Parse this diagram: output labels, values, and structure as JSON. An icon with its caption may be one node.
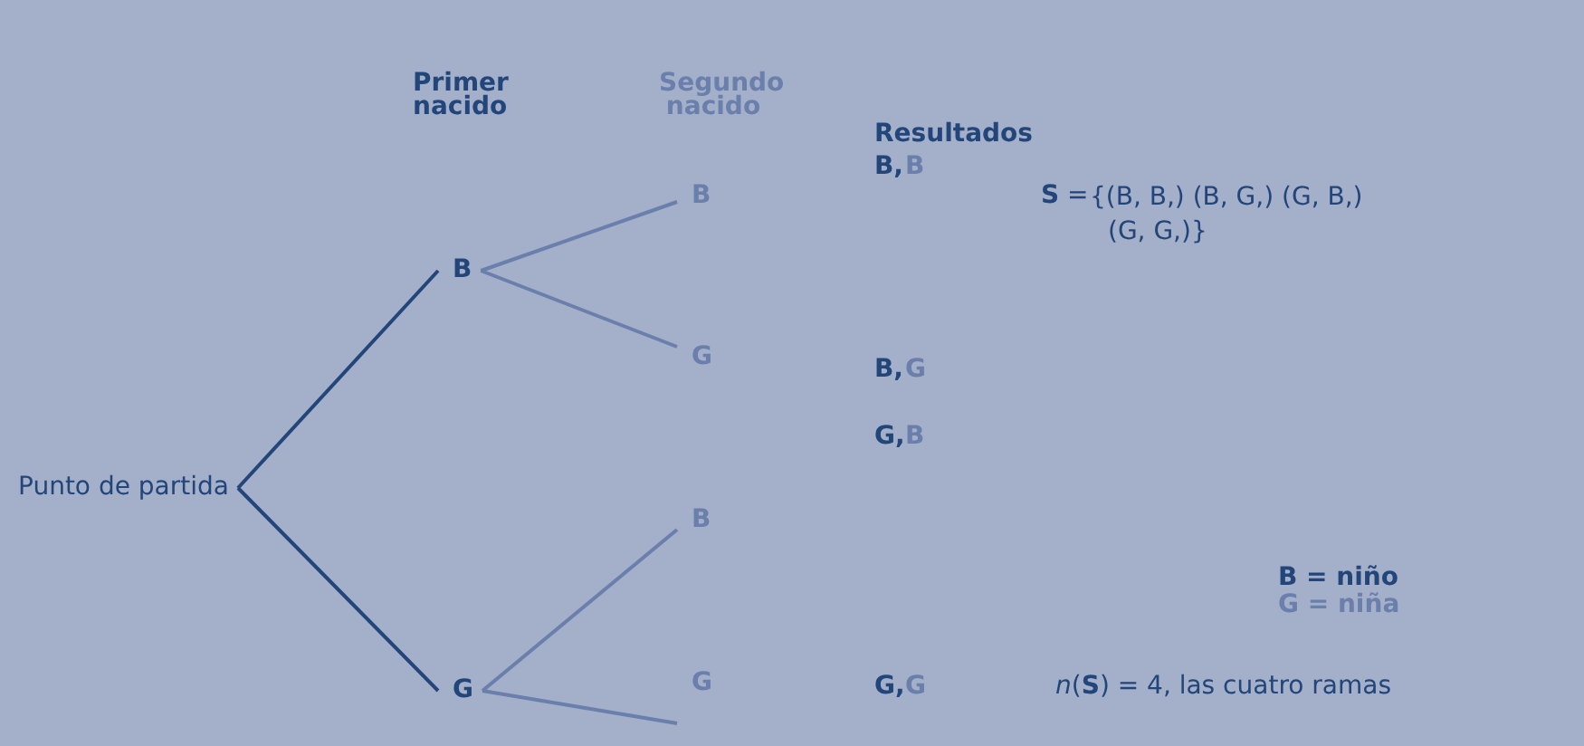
{
  "diagram": {
    "nodes": [
      {
        "text": [
          "Punto de partida"
        ]
      },
      {
        "text": [
          "B"
        ]
      },
      {
        "text": [
          "G"
        ]
      },
      {
        "text": [
          "B"
        ]
      },
      {
        "text": [
          "G"
        ]
      },
      {
        "text": [
          "B"
        ]
      },
      {
        "text": [
          "G"
        ]
      }
    ],
    "edges": [
      {
        "from": 0,
        "to": 1,
        "arrow": "none",
        "color": "#23467a"
      },
      {
        "from": 0,
        "to": 2,
        "arrow": "none",
        "color": "#23467a"
      },
      {
        "from": 1,
        "to": 3,
        "arrow": "none"
      },
      {
        "from": 1,
        "to": 4,
        "arrow": "none"
      },
      {
        "from": 2,
        "to": 5,
        "arrow": "none"
      },
      {
        "from": 2,
        "to": 6,
        "arrow": "none"
      }
    ],
    "labels": [
      "Primer nacido",
      "Segundo nacido",
      "Resultados",
      "B,",
      "B",
      "**S** =",
      "{(B, B,) (B, G,) (G, B,) (G, G,)}",
      "B,",
      "G",
      "G,",
      "B",
      "B = niño",
      "G = niña",
      "G,",
      "G",
      "*n*(**S**) = 4, las cuatro ramas"
    ]
  }
}
